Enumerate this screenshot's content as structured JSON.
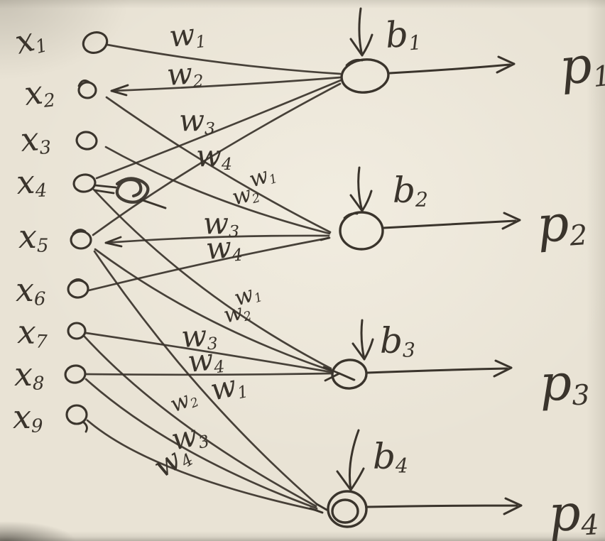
{
  "figure": {
    "kind": "hand-drawn neural-network layer sketch on paper"
  },
  "colors": {
    "paper": "#e9e3d5",
    "ink": "#3a342c"
  },
  "inputs": [
    {
      "id": "x1",
      "base": "x",
      "sub": "1"
    },
    {
      "id": "x2",
      "base": "x",
      "sub": "2"
    },
    {
      "id": "x3",
      "base": "x",
      "sub": "3"
    },
    {
      "id": "x4",
      "base": "x",
      "sub": "4"
    },
    {
      "id": "x5",
      "base": "x",
      "sub": "5"
    },
    {
      "id": "x6",
      "base": "x",
      "sub": "6"
    },
    {
      "id": "x7",
      "base": "x",
      "sub": "7"
    },
    {
      "id": "x8",
      "base": "x",
      "sub": "8"
    },
    {
      "id": "x9",
      "base": "x",
      "sub": "9"
    }
  ],
  "neurons": [
    {
      "id": "n1",
      "bias": {
        "base": "b",
        "sub": "1"
      },
      "output": {
        "base": "p",
        "sub": "1"
      },
      "weights": [
        {
          "base": "w",
          "sub": "1"
        },
        {
          "base": "w",
          "sub": "2"
        },
        {
          "base": "w",
          "sub": "3"
        },
        {
          "base": "w",
          "sub": "4"
        }
      ],
      "inputs_connected": [
        "x1",
        "x2",
        "x4",
        "x5"
      ]
    },
    {
      "id": "n2",
      "bias": {
        "base": "b",
        "sub": "2"
      },
      "output": {
        "base": "p",
        "sub": "2"
      },
      "weights": [
        {
          "base": "w",
          "sub": "1"
        },
        {
          "base": "w",
          "sub": "2"
        },
        {
          "base": "w",
          "sub": "3"
        },
        {
          "base": "w",
          "sub": "4"
        }
      ],
      "inputs_connected": [
        "x2",
        "x3",
        "x5",
        "x6"
      ]
    },
    {
      "id": "n3",
      "bias": {
        "base": "b",
        "sub": "3"
      },
      "output": {
        "base": "p",
        "sub": "3"
      },
      "weights": [
        {
          "base": "w",
          "sub": "1"
        },
        {
          "base": "w",
          "sub": "2"
        },
        {
          "base": "w",
          "sub": "3"
        },
        {
          "base": "w",
          "sub": "4"
        }
      ],
      "inputs_connected": [
        "x4",
        "x5",
        "x7",
        "x8"
      ]
    },
    {
      "id": "n4",
      "bias": {
        "base": "b",
        "sub": "4"
      },
      "output": {
        "base": "p",
        "sub": "4"
      },
      "weights": [
        {
          "base": "w",
          "sub": "1"
        },
        {
          "base": "w",
          "sub": "2"
        },
        {
          "base": "w",
          "sub": "3"
        },
        {
          "base": "w",
          "sub": "4"
        }
      ],
      "inputs_connected": [
        "x5",
        "x7",
        "x8",
        "x9"
      ]
    }
  ]
}
